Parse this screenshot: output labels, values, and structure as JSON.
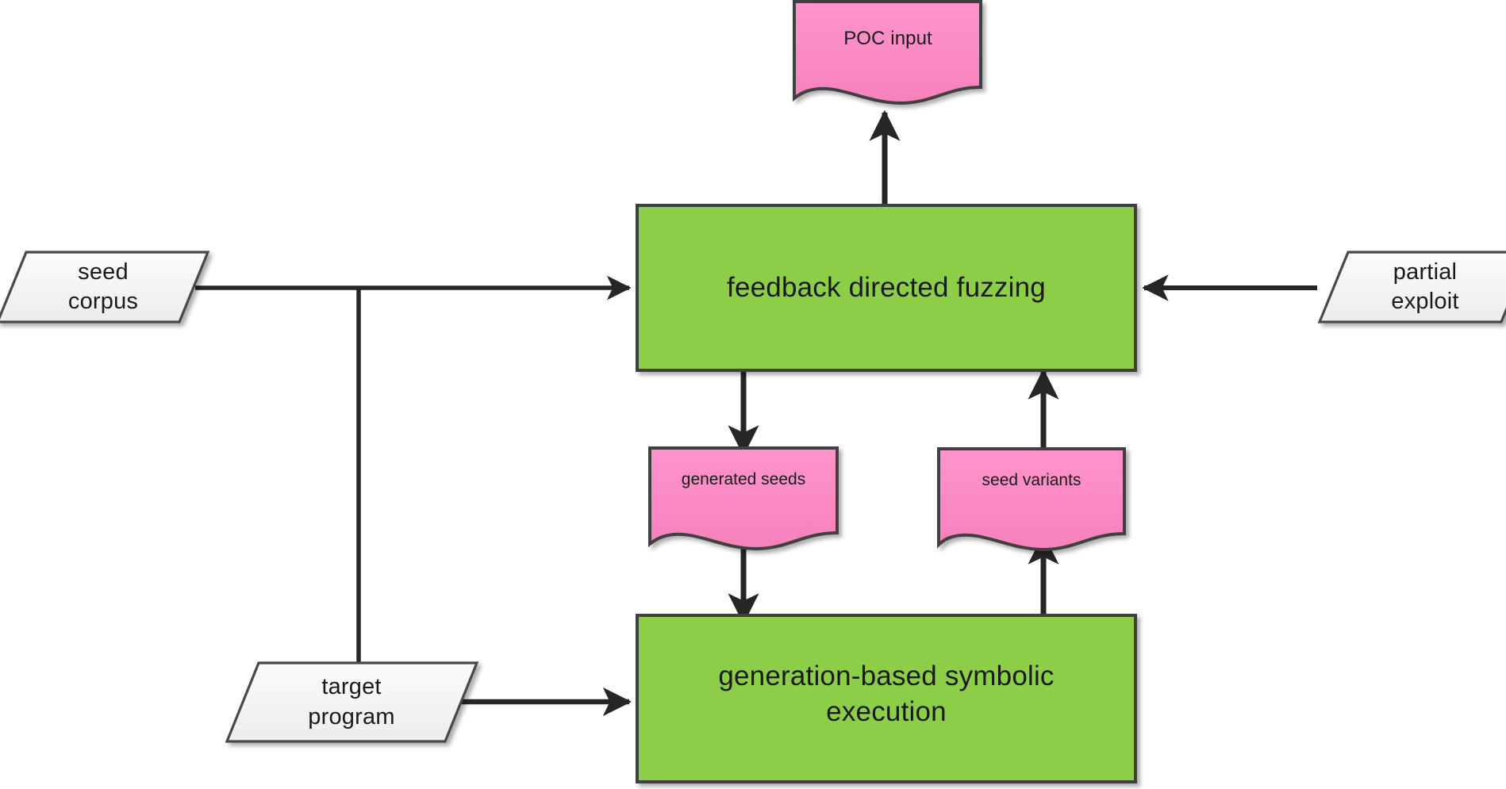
{
  "diagram": {
    "title": "feedback directed fuzzing and generation-based symbolic execution workflow",
    "type": "flowchart",
    "colors": {
      "process_fill": "#8DCE4A",
      "document_fill": "#FB8DC7",
      "io_fill": "#F4F4F4",
      "stroke": "#404040",
      "arrow": "#262626",
      "text": "#1a1a1a",
      "background": "#FFFFFF"
    },
    "nodes": [
      {
        "id": "poc-input",
        "label": "POC input",
        "shape": "document",
        "fill": "#FB8DC7"
      },
      {
        "id": "seed-corpus",
        "label": "seed\ncorpus",
        "shape": "parallelogram",
        "fill": "#F4F4F4"
      },
      {
        "id": "feedback-directed-fuzzing",
        "label": "feedback directed fuzzing",
        "shape": "rectangle",
        "fill": "#8DCE4A"
      },
      {
        "id": "partial-exploit",
        "label": "partial\nexploit",
        "shape": "parallelogram",
        "fill": "#F4F4F4"
      },
      {
        "id": "generated-seeds",
        "label": "generated seeds",
        "shape": "document",
        "fill": "#FB8DC7"
      },
      {
        "id": "seed-variants",
        "label": "seed variants",
        "shape": "document",
        "fill": "#FB8DC7"
      },
      {
        "id": "target-program",
        "label": "target\nprogram",
        "shape": "parallelogram",
        "fill": "#F4F4F4"
      },
      {
        "id": "generation-based-symbolic-execution",
        "label": "generation-based symbolic\nexecution",
        "shape": "rectangle",
        "fill": "#8DCE4A"
      }
    ],
    "edges": [
      {
        "from": "feedback-directed-fuzzing",
        "to": "poc-input",
        "direction": "up"
      },
      {
        "from": "seed-corpus",
        "to": "feedback-directed-fuzzing",
        "direction": "right"
      },
      {
        "from": "partial-exploit",
        "to": "feedback-directed-fuzzing",
        "direction": "left"
      },
      {
        "from": "feedback-directed-fuzzing",
        "to": "generated-seeds",
        "direction": "down"
      },
      {
        "from": "generated-seeds",
        "to": "generation-based-symbolic-execution",
        "direction": "down"
      },
      {
        "from": "generation-based-symbolic-execution",
        "to": "seed-variants",
        "direction": "up"
      },
      {
        "from": "seed-variants",
        "to": "feedback-directed-fuzzing",
        "direction": "up"
      },
      {
        "from": "target-program",
        "to": "generation-based-symbolic-execution",
        "direction": "right"
      },
      {
        "from": "seed-corpus",
        "to": "target-program",
        "direction": "down-branch"
      }
    ]
  }
}
